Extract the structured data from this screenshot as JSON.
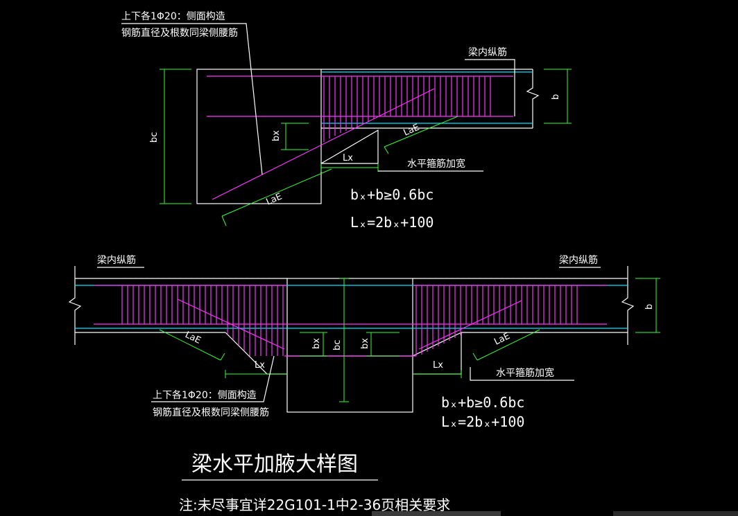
{
  "top_detail": {
    "note_line1": "上下各1Φ20：侧面构造",
    "note_line2": "钢筋直径及根数同梁侧腰筋",
    "label_long_bar": "梁内纵筋",
    "label_stirrup": "水平箍筋加宽",
    "dim_b": "b",
    "dim_bc": "bc",
    "dim_bx": "bx",
    "dim_lx": "Lx",
    "dim_lae_1": "LaE",
    "dim_lae_2": "LaE",
    "formula_1": "bₓ+b≥0.6bc",
    "formula_2": "Lₓ=2bₓ+100"
  },
  "bottom_detail": {
    "label_long_bar_left": "梁内纵筋",
    "label_long_bar_right": "梁内纵筋",
    "label_stirrup": "水平箍筋加宽",
    "note_line1": "上下各1Φ20：侧面构造",
    "note_line2": "钢筋直径及根数同梁侧腰筋",
    "dim_b": "b",
    "dim_bc": "bc",
    "dim_bx_left": "bx",
    "dim_bx_right": "bx",
    "dim_lx_left": "Lx",
    "dim_lx_right": "Lx",
    "dim_lae_left": "LaE",
    "dim_lae_right": "LaE",
    "formula_1": "bₓ+b≥0.6bc",
    "formula_2": "Lₓ=2bₓ+100"
  },
  "title": "梁水平加腋大样图",
  "footnote": "注:未尽事宜详22G101-1中2-36页相关要求",
  "colors": {
    "background": "#000000",
    "outline": "#ffffff",
    "long_bar": "#00e5ff",
    "stirrup": "#ff33ff",
    "dimension": "#33ff33"
  }
}
